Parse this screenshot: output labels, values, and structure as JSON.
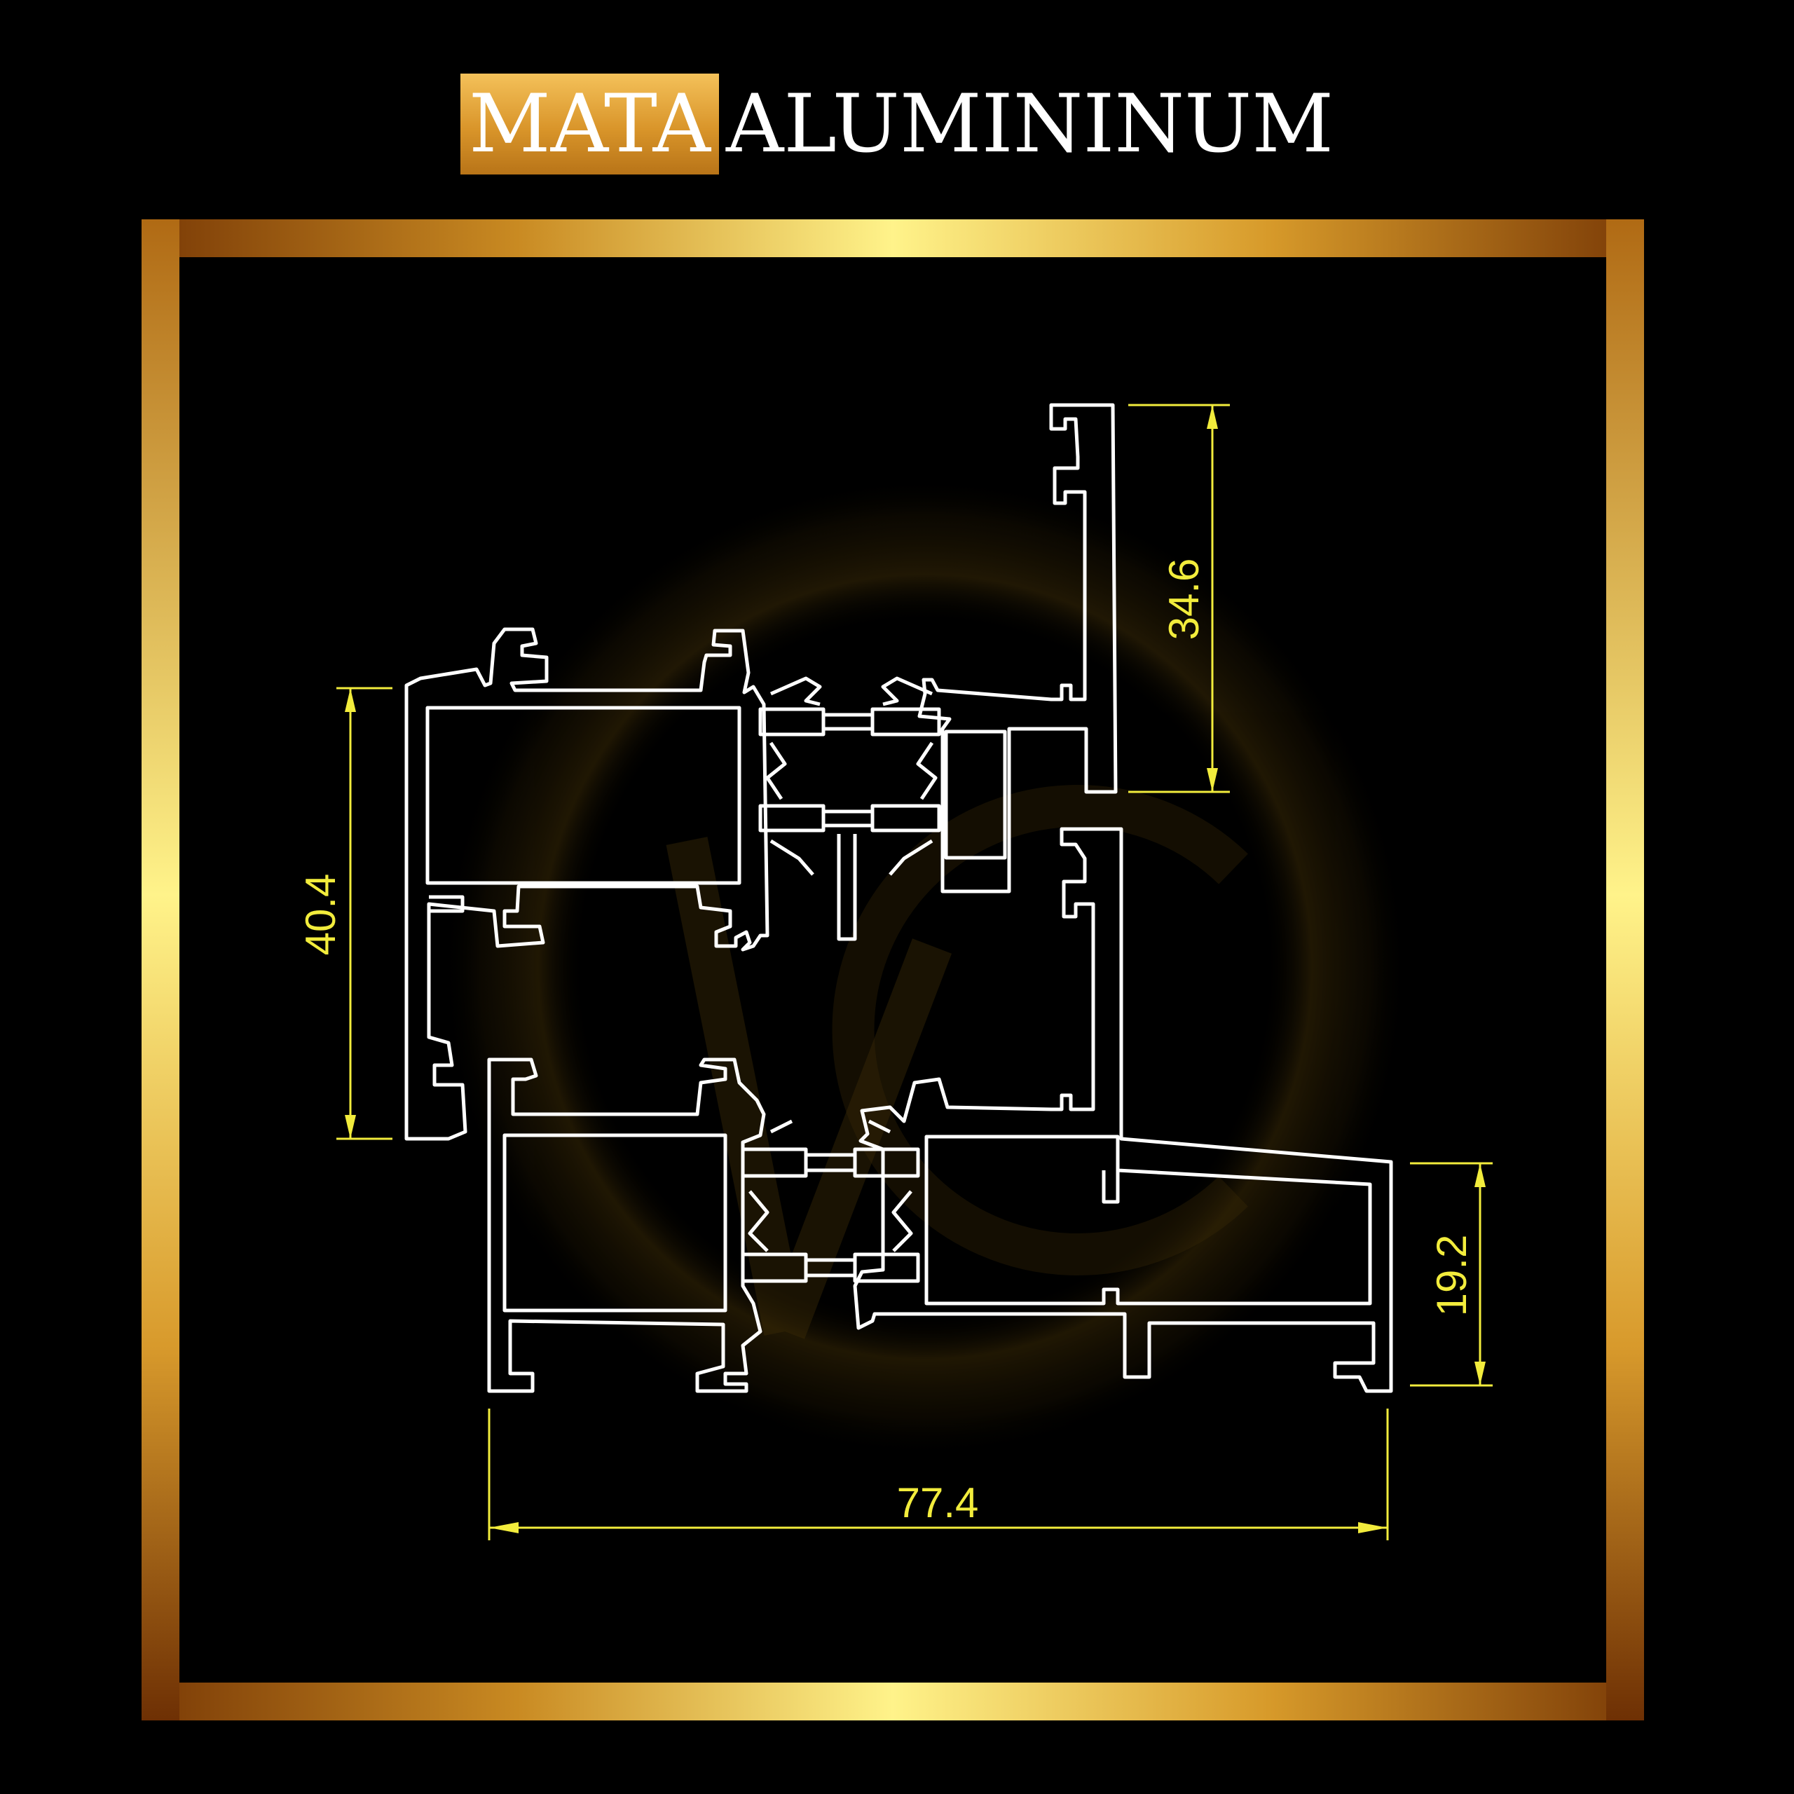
{
  "brand": {
    "highlight": "MATA",
    "rest": "ALUMININUM"
  },
  "dimensions": {
    "top_right_height": "34.6",
    "left_height": "40.4",
    "right_height": "19.2",
    "bottom_width": "77.4"
  },
  "colors": {
    "background": "#000000",
    "frame_gold_light": "#fff38a",
    "frame_gold_dark": "#7a3a06",
    "profile_line": "#ffffff",
    "dimension_line": "#f2ec3c",
    "watermark": "#8a6a12"
  }
}
